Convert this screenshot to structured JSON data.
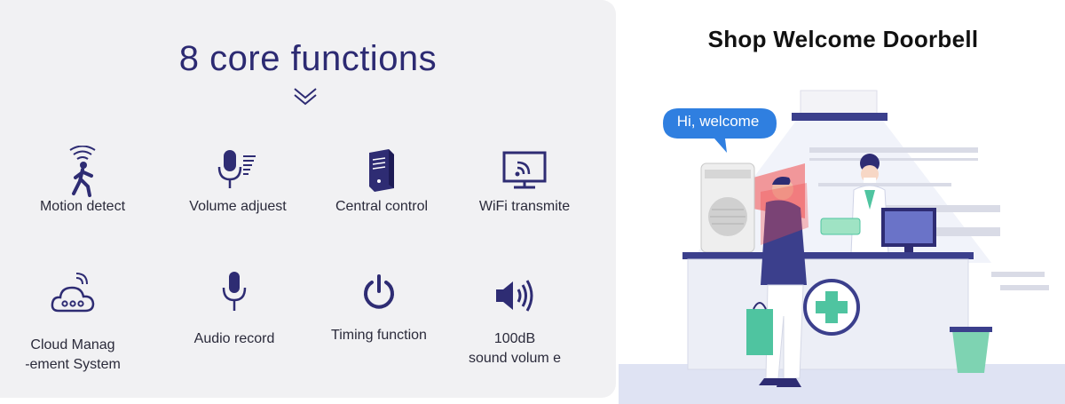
{
  "features": {
    "title": "8 core functions",
    "items": [
      {
        "label": "Motion detect",
        "icon": "motion-detect-icon"
      },
      {
        "label": "Volume adjuest",
        "icon": "microphone-volume-icon"
      },
      {
        "label": "Central control",
        "icon": "tower-computer-icon"
      },
      {
        "label": "WiFi transmite",
        "icon": "wifi-monitor-icon"
      },
      {
        "label": "Cloud Manag\n-ement System",
        "icon": "cloud-icon"
      },
      {
        "label": "Audio record",
        "icon": "microphone-icon"
      },
      {
        "label": "Timing function",
        "icon": "power-icon"
      },
      {
        "label": "100dB\nsound volum e",
        "icon": "speaker-icon"
      }
    ]
  },
  "scene": {
    "title": "Shop Welcome Doorbell",
    "bubble": "Hi, welcome"
  },
  "colors": {
    "title_navy": "#2c2a72",
    "icon_navy": "#2e2c73",
    "panel_bg": "#f1f1f3",
    "bubble_blue": "#2f7fe0",
    "sensor_red": "#f04a4a",
    "counter_blue": "#3b3f8c",
    "teal": "#4fc4a0"
  }
}
